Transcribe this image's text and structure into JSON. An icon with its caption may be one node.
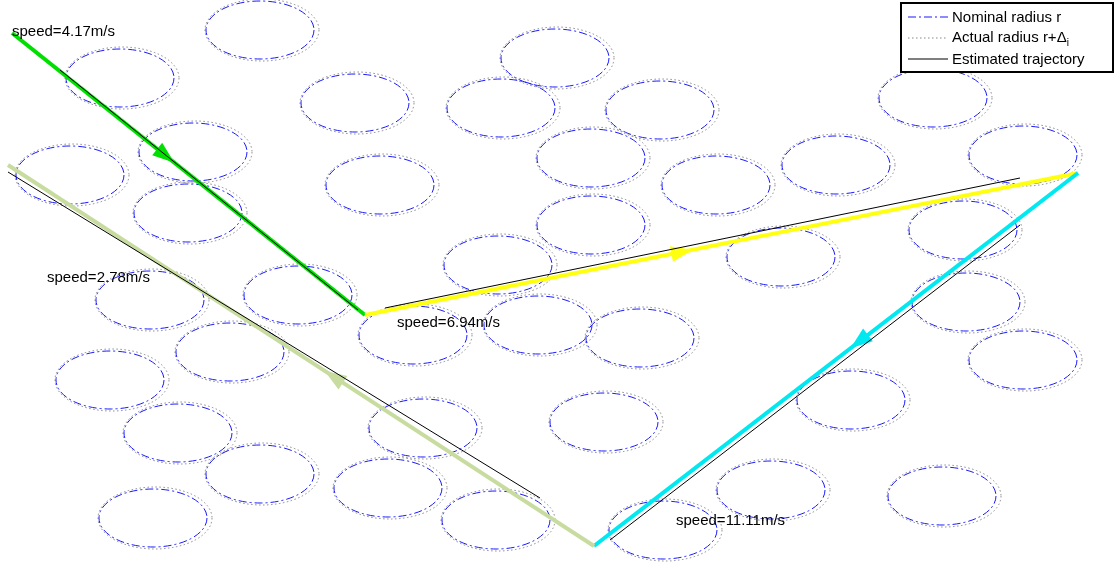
{
  "diagram": {
    "labels": [
      "speed=4.17m/s",
      "speed=2.78m/s",
      "speed=6.94m/s",
      "speed=11.11m/s"
    ],
    "legend": [
      {
        "text": "Nominal radius r"
      },
      {
        "text": "Actual radius r+Δ$_{i}$"
      },
      {
        "text": "Estimated trajectory"
      }
    ]
  }
}
